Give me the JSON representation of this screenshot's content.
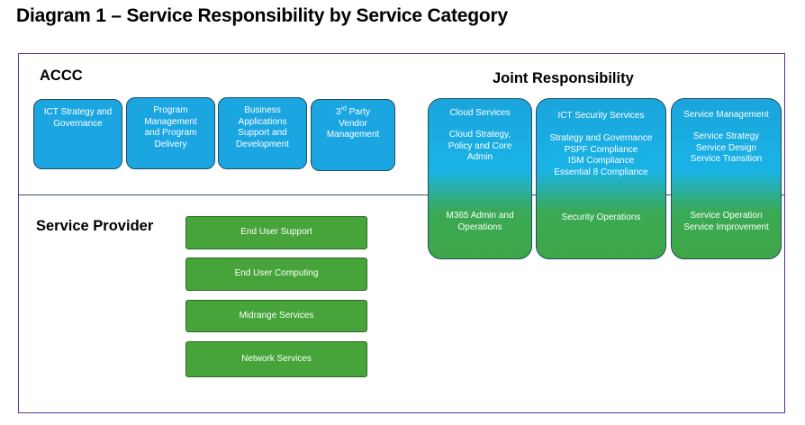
{
  "title": "Diagram 1 – Service Responsibility by Service Category",
  "acc": {
    "label": "ACCC",
    "boxes": [
      {
        "lines": [
          "ICT Strategy and",
          "Governance"
        ]
      },
      {
        "lines": [
          "Program",
          "Management",
          "and Program",
          "Delivery"
        ]
      },
      {
        "lines": [
          "Business",
          "Applications",
          "Support and",
          "Development"
        ]
      },
      {
        "sup": "rd",
        "first_prefix": "3",
        "first_rest": " Party",
        "lines": [
          "Vendor",
          "Management"
        ]
      }
    ]
  },
  "joint": {
    "label": "Joint Responsibility",
    "boxes": [
      {
        "header": "Cloud Services",
        "top_lines": [
          "Cloud Strategy,",
          "Policy and Core",
          "Admin"
        ],
        "bottom_lines": [
          "M365 Admin and",
          "Operations"
        ]
      },
      {
        "header": "ICT Security Services",
        "top_lines": [
          "Strategy and Governance",
          "PSPF Compliance",
          "ISM Compliance",
          "Essential 8 Compliance"
        ],
        "bottom_lines": [
          "Security Operations"
        ]
      },
      {
        "header": "Service Management",
        "top_lines": [
          "Service Strategy",
          "Service Design",
          "Service Transition"
        ],
        "bottom_lines": [
          "Service Operation",
          "Service Improvement"
        ]
      }
    ]
  },
  "provider": {
    "label": "Service Provider",
    "boxes": [
      "End User Support",
      "End User Computing",
      "Midrange Services",
      "Network Services"
    ]
  },
  "colors": {
    "acc_blue": "#1ba6e2",
    "provider_green": "#47a43a",
    "frame_purple": "#5b2d8e"
  }
}
